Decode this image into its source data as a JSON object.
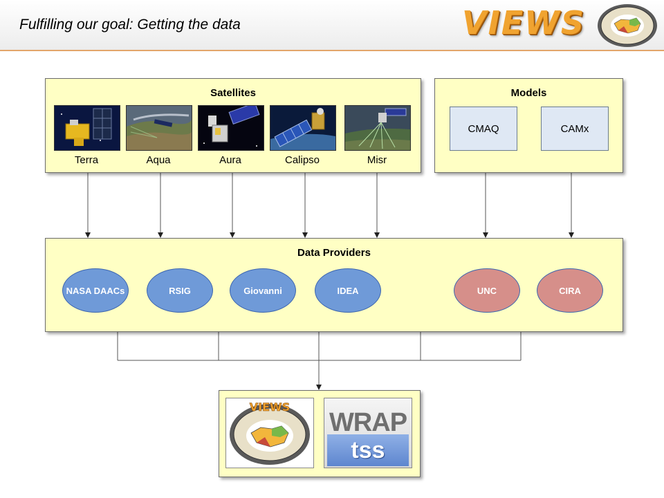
{
  "header": {
    "title": "Fulfilling our goal: Getting the data",
    "logo_text": "VIEWS"
  },
  "satellites": {
    "title": "Satellites",
    "items": [
      "Terra",
      "Aqua",
      "Aura",
      "Calipso",
      "Misr"
    ]
  },
  "models": {
    "title": "Models",
    "items": [
      "CMAQ",
      "CAMx"
    ]
  },
  "providers": {
    "title": "Data Providers",
    "items": [
      {
        "label": "NASA DAACs",
        "color": "#6f9ad8"
      },
      {
        "label": "RSIG",
        "color": "#6f9ad8"
      },
      {
        "label": "Giovanni",
        "color": "#6f9ad8"
      },
      {
        "label": "IDEA",
        "color": "#6f9ad8"
      },
      {
        "label": "UNC",
        "color": "#d68f8a"
      },
      {
        "label": "CIRA",
        "color": "#d68f8a"
      }
    ]
  },
  "outputs": {
    "views_seal_text": "VIEWS",
    "wrap_text": "WRAP",
    "tss_text": "tss"
  },
  "colors": {
    "panel_bg": "#ffffc4",
    "model_bg": "#dfe8f4",
    "header_rule": "#e3a56a"
  }
}
